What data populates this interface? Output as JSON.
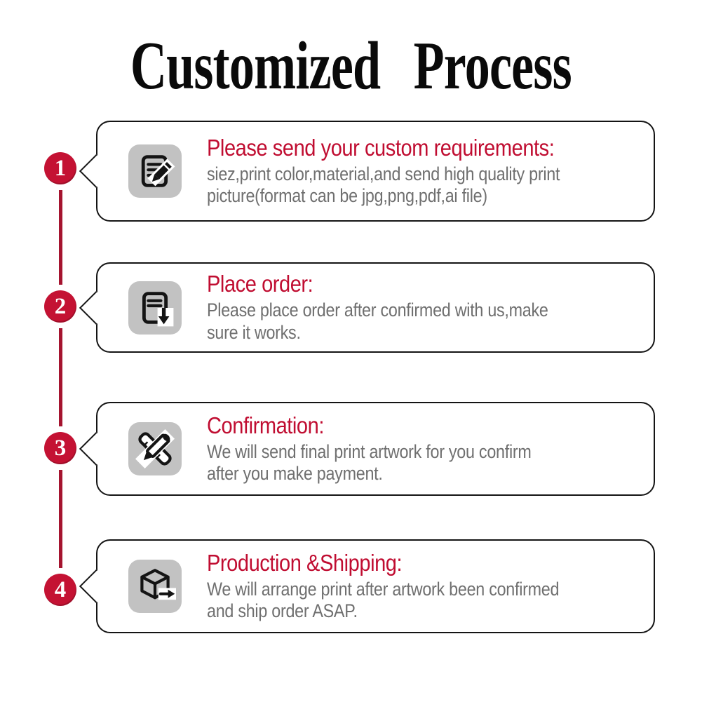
{
  "title": "Customized Process",
  "colors": {
    "accent_red": "#c00d31",
    "circle_red": "#c41233",
    "line_red": "#a5142f",
    "body_gray": "#6f6f6f",
    "tile_gray": "#c2c2c2",
    "ink": "#141414"
  },
  "steps": [
    {
      "number": "1",
      "icon": "edit-document-icon",
      "heading": "Please send your custom requirements:",
      "body_lines": [
        "siez,print color,material,and send high quality print",
        "picture(format can be jpg,png,pdf,ai file)"
      ]
    },
    {
      "number": "2",
      "icon": "place-order-icon",
      "heading": "Place order:",
      "body_lines": [
        "Please place order after confirmed with us,make",
        "sure it works."
      ]
    },
    {
      "number": "3",
      "icon": "design-tools-icon",
      "heading": "Confirmation:",
      "body_lines": [
        "We will send final print artwork for you confirm",
        "after you make payment."
      ]
    },
    {
      "number": "4",
      "icon": "shipping-box-icon",
      "heading": "Production &Shipping:",
      "body_lines": [
        " We will arrange print after artwork been confirmed",
        "and ship order ASAP."
      ]
    }
  ]
}
